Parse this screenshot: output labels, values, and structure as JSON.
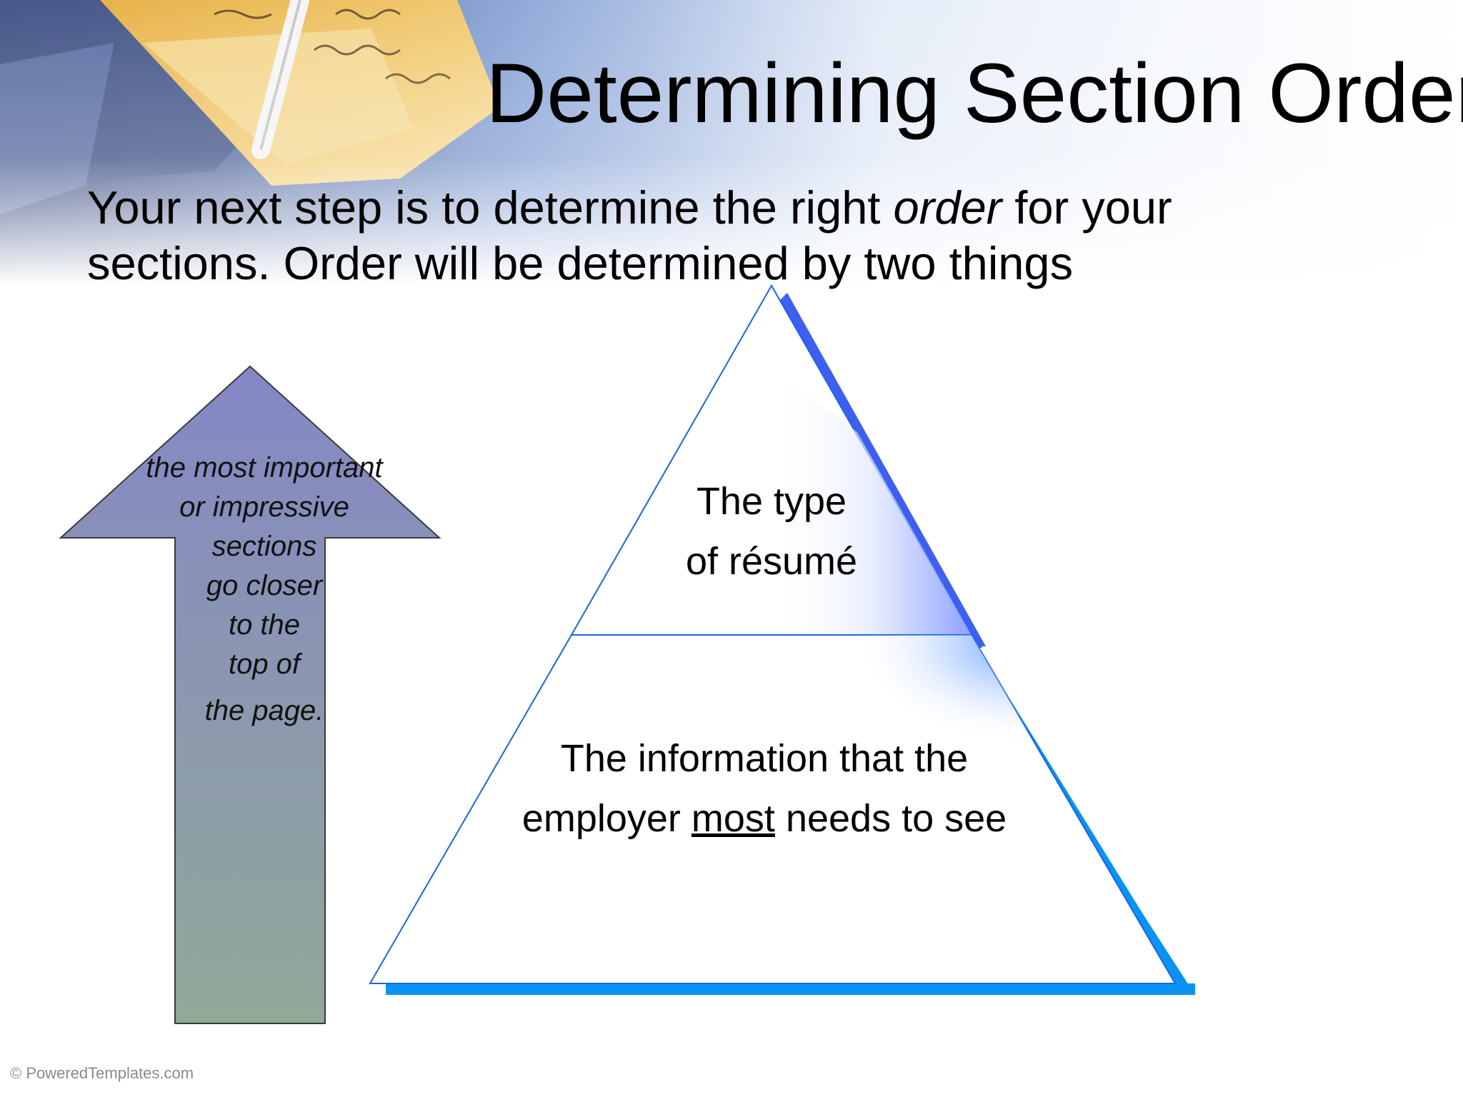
{
  "slide": {
    "title": "Determining Section Order",
    "intro": {
      "line1_before": "Your next step is to determine the right ",
      "line1_emphasis": "order",
      "line1_after": " for your",
      "line2": "sections. Order will be determined by two things"
    },
    "arrow": {
      "lines": [
        "the most important",
        "or impressive",
        "sections",
        "go closer",
        "to the",
        "top of",
        "the page."
      ]
    },
    "pyramid": {
      "top": [
        "The type",
        "of résumé"
      ],
      "bottom_line1": "The information that the",
      "bottom_line2_before": "employer ",
      "bottom_line2_underlined": "most",
      "bottom_line2_after": " needs to see"
    },
    "footer": "© PoweredTemplates.com"
  },
  "colors": {
    "arrow_top": "#8487C6",
    "arrow_bottom": "#92A898",
    "pyramid_edge_top": "#3F5FF0",
    "pyramid_edge_bottom": "#0A93F2",
    "pyramid_outline": "#1A66DD"
  }
}
